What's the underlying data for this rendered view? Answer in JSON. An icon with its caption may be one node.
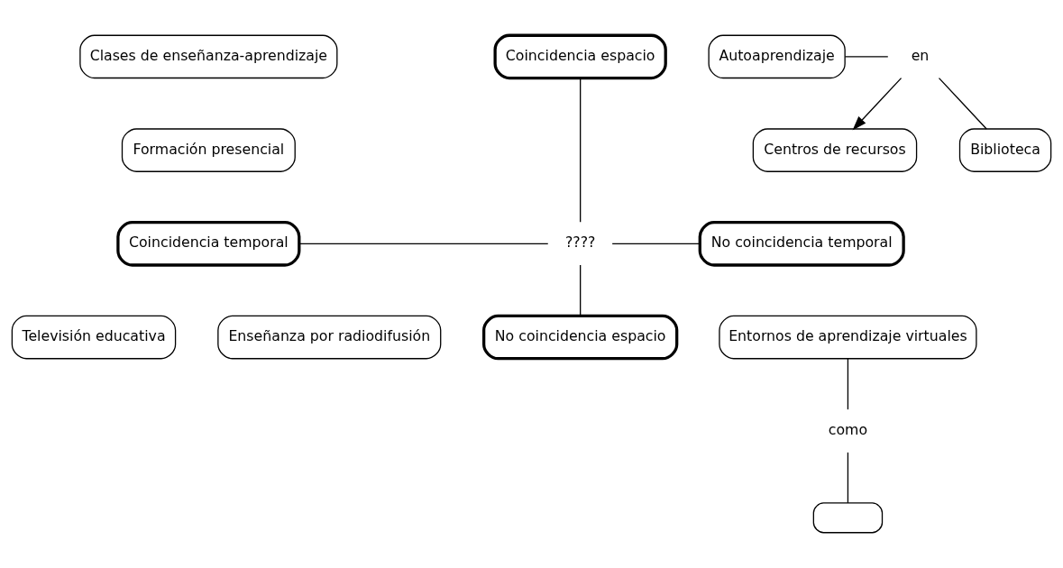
{
  "diagram": {
    "nodes": [
      {
        "text": [
          "Clases de enseñanza-aprendizaje"
        ]
      },
      {
        "text": [
          "Coincidencia espacio"
        ]
      },
      {
        "text": [
          "Centros de recursos"
        ]
      },
      {
        "text": [
          "Formación presencial"
        ]
      },
      {
        "text": [
          "Autoaprendizaje"
        ]
      },
      {
        "text": [
          "en"
        ]
      },
      {
        "text": [
          "Biblioteca"
        ]
      },
      {
        "text": [
          "Coincidencia temporal"
        ]
      },
      {
        "text": [
          "????"
        ]
      },
      {
        "text": [
          "No coincidencia temporal"
        ]
      },
      {
        "text": [
          "Televisión educativa"
        ]
      },
      {
        "text": [
          "Enseñanza por radiodifusión"
        ]
      },
      {
        "text": [
          "Entornos de aprendizaje virtuales"
        ]
      },
      {
        "text": [
          "como"
        ]
      },
      {
        "text": [
          "No coincidencia espacio"
        ]
      },
      {
        "text": [],
        "shape": "box"
      }
    ],
    "edges": [
      {
        "from": 1,
        "to": 8,
        "arrow": "none"
      },
      {
        "from": 4,
        "to": 5,
        "arrow": "none"
      },
      {
        "from": 5,
        "to": 2,
        "arrow": "to"
      },
      {
        "from": 5,
        "to": 6,
        "arrow": "none"
      },
      {
        "from": 7,
        "to": 8,
        "arrow": "none"
      },
      {
        "from": 8,
        "to": 9,
        "arrow": "none"
      },
      {
        "from": 12,
        "to": 13,
        "arrow": "none"
      },
      {
        "from": 8,
        "to": 14,
        "arrow": "none"
      },
      {
        "from": 13,
        "to": 15,
        "arrow": "none"
      }
    ]
  }
}
